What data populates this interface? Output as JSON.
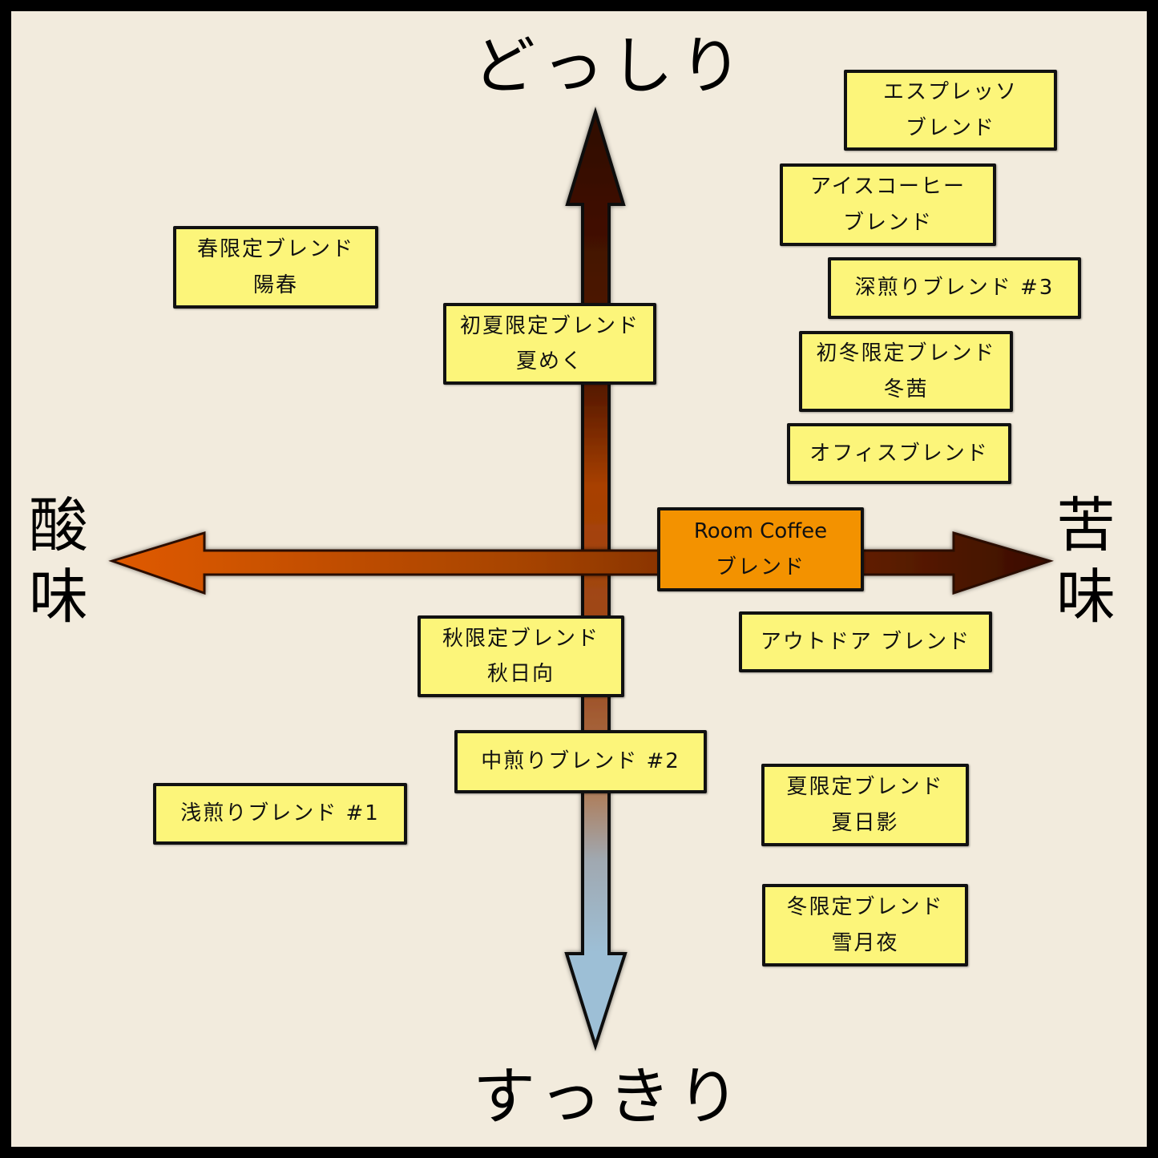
{
  "axes": {
    "top": "どっしり",
    "bottom": "すっきり",
    "left": "酸味",
    "right": "苦味"
  },
  "colors": {
    "background": "#f2ebdd",
    "frame": "#000000",
    "box_fill": "#fcf57a",
    "highlight_fill": "#f39200",
    "arrow_acid": "#e05a00",
    "arrow_bitter": "#3a0d00",
    "arrow_light": "#9dbfd6"
  },
  "blends": [
    {
      "id": "espresso",
      "line1": "エスプレッソ",
      "line2": "ブレンド"
    },
    {
      "id": "ice-coffee",
      "line1": "アイスコーヒー",
      "line2": "ブレンド"
    },
    {
      "id": "dark-roast-3",
      "line1": "深煎りブレンド #3",
      "line2": ""
    },
    {
      "id": "early-winter",
      "line1": "初冬限定ブレンド",
      "line2": "冬茜"
    },
    {
      "id": "office",
      "line1": "オフィスブレンド",
      "line2": ""
    },
    {
      "id": "spring",
      "line1": "春限定ブレンド",
      "line2": "陽春"
    },
    {
      "id": "early-summer",
      "line1": "初夏限定ブレンド",
      "line2": "夏めく"
    },
    {
      "id": "room-coffee",
      "line1": "Room Coffee",
      "line2": "ブレンド",
      "highlight": true
    },
    {
      "id": "outdoor",
      "line1": "アウトドア ブレンド",
      "line2": ""
    },
    {
      "id": "autumn",
      "line1": "秋限定ブレンド",
      "line2": "秋日向"
    },
    {
      "id": "medium-roast-2",
      "line1": "中煎りブレンド #2",
      "line2": ""
    },
    {
      "id": "light-roast-1",
      "line1": "浅煎りブレンド #1",
      "line2": ""
    },
    {
      "id": "summer",
      "line1": "夏限定ブレンド",
      "line2": "夏日影"
    },
    {
      "id": "winter",
      "line1": "冬限定ブレンド",
      "line2": "雪月夜"
    }
  ]
}
